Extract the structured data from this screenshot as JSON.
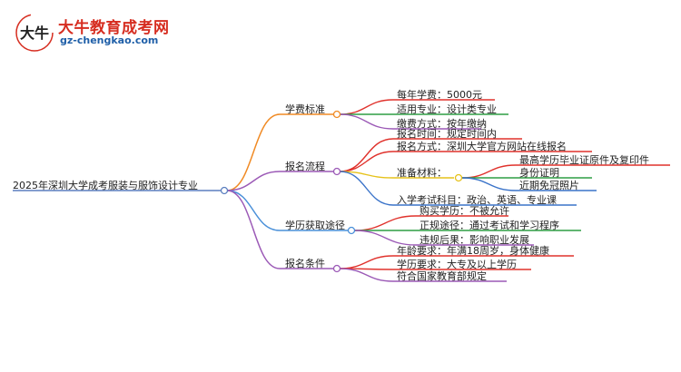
{
  "logo": {
    "title": "大牛教育成考网",
    "url": "gz-chengkao.com",
    "mark_text": "大牛"
  },
  "root": "2025年深圳大学成考服装与服饰设计专业",
  "colors": {
    "root": "#5b7fbf",
    "branch1": "#f08a24",
    "branch2": "#9b59b6",
    "branch3": "#4a90d9",
    "branch4": "#9b59b6",
    "leaf_red": "#e0322c",
    "leaf_green": "#2e9e44",
    "leaf_blue": "#3a73c9",
    "leaf_purple": "#9b59b6",
    "leaf_yellow": "#e6c21a"
  },
  "branches": [
    {
      "label": "学费标准",
      "children": [
        {
          "label": "每年学费：5000元"
        },
        {
          "label": "适用专业：设计类专业"
        },
        {
          "label": "缴费方式：按年缴纳"
        }
      ]
    },
    {
      "label": "报名流程",
      "children": [
        {
          "label": "报名时间：规定时间内"
        },
        {
          "label": "报名方式：深圳大学官方网站在线报名"
        },
        {
          "label": "准备材料：",
          "children": [
            {
              "label": "最高学历毕业证原件及复印件"
            },
            {
              "label": "身份证明"
            },
            {
              "label": "近期免冠照片"
            }
          ]
        },
        {
          "label": "入学考试科目：政治、英语、专业课"
        }
      ]
    },
    {
      "label": "学历获取途径",
      "children": [
        {
          "label": "购买学历：不被允许"
        },
        {
          "label": "正规途径：通过考试和学习程序"
        },
        {
          "label": "违规后果：影响职业发展"
        }
      ]
    },
    {
      "label": "报名条件",
      "children": [
        {
          "label": "年龄要求：年满18周岁，身体健康"
        },
        {
          "label": "学历要求：大专及以上学历"
        },
        {
          "label": "符合国家教育部规定"
        }
      ]
    }
  ]
}
